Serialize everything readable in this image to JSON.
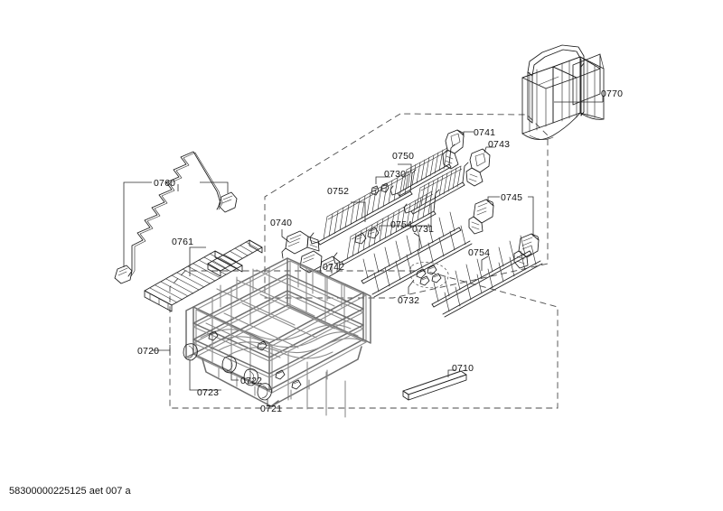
{
  "document": {
    "caption": "58300000225125 aet 007 a",
    "background_color": "#ffffff",
    "label_color": "#111111",
    "line_color": "#2b2b2b",
    "wire_color": "#6e6e6e",
    "dash_color": "#4a4a4a"
  },
  "labels": {
    "l0770": "0770",
    "l0741": "0741",
    "l0743": "0743",
    "l0750": "0750",
    "l0730": "0730",
    "l0752": "0752",
    "l0731": "0731",
    "l0745": "0745",
    "l0740": "0740",
    "l0742": "0742",
    "l0754a": "0754",
    "l0754b": "0754",
    "l0732": "0732",
    "l0760": "0760",
    "l0761": "0761",
    "l0720": "0720",
    "l0722": "0722",
    "l0723": "0723",
    "l0721": "0721",
    "l0710": "0710"
  },
  "parts": [
    {
      "ref": "0770",
      "name": "cutlery-basket"
    },
    {
      "ref": "0760",
      "name": "wire-retainer-rod"
    },
    {
      "ref": "0761",
      "name": "folding-tine-rack"
    },
    {
      "ref": "0750",
      "name": "tine-row-assembly"
    },
    {
      "ref": "0752",
      "name": "tine-comb-rack"
    },
    {
      "ref": "0754",
      "name": "tine-support-rail"
    },
    {
      "ref": "0741",
      "name": "bracket-clip"
    },
    {
      "ref": "0743",
      "name": "bracket-clip-right"
    },
    {
      "ref": "0745",
      "name": "roller-clip-pair"
    },
    {
      "ref": "0740",
      "name": "end-cap-bracket"
    },
    {
      "ref": "0742",
      "name": "end-cap-bracket-small"
    },
    {
      "ref": "0730",
      "name": "screw-set"
    },
    {
      "ref": "0731",
      "name": "fastener-pair"
    },
    {
      "ref": "0732",
      "name": "small-fastener-group"
    },
    {
      "ref": "0720",
      "name": "upper-basket-assembly"
    },
    {
      "ref": "0721",
      "name": "basket-roller"
    },
    {
      "ref": "0722",
      "name": "basket-roller-mid"
    },
    {
      "ref": "0723",
      "name": "basket-roller-rear"
    },
    {
      "ref": "0710",
      "name": "rail-strip"
    }
  ]
}
